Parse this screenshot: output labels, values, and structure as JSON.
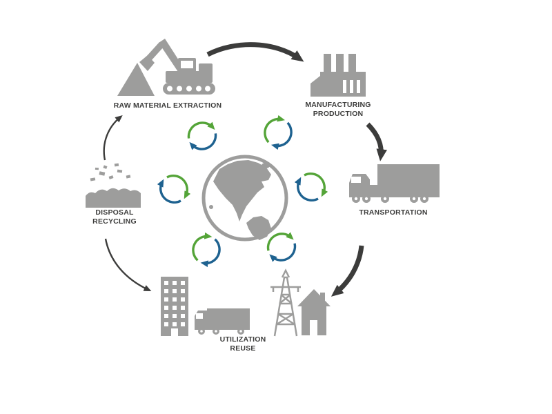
{
  "diagram": {
    "kind": "product-life-cycle-diagram",
    "labels": {
      "extraction": "RAW MATERIAL EXTRACTION",
      "manufacturing1": "MANUFACTURING",
      "manufacturing2": "PRODUCTION",
      "transportation": "TRANSPORTATION",
      "utilization1": "UTILIZATION",
      "utilization2": "REUSE",
      "disposal1": "DISPOSAL",
      "disposal2": "RECYCLING"
    },
    "stages": [
      {
        "id": "raw-material-extraction",
        "icon": "excavator-icon"
      },
      {
        "id": "manufacturing-production",
        "icon": "factory-icon"
      },
      {
        "id": "transportation",
        "icon": "semi-truck-icon"
      },
      {
        "id": "utilization-reuse",
        "icon": "buildings-truck-pylon-house-icon"
      },
      {
        "id": "disposal-recycling",
        "icon": "landfill-icon"
      }
    ],
    "center": {
      "icon": "globe-icon"
    },
    "arrows": [
      {
        "from": "raw-material-extraction",
        "to": "manufacturing-production",
        "style": "thick-dark"
      },
      {
        "from": "manufacturing-production",
        "to": "transportation",
        "style": "thick-dark"
      },
      {
        "from": "transportation",
        "to": "utilization-reuse",
        "style": "thick-dark"
      },
      {
        "from": "disposal-recycling",
        "to": "raw-material-extraction",
        "style": "thin-dark"
      },
      {
        "from": "disposal-recycling",
        "to": "utilization-reuse",
        "style": "thin-dark"
      }
    ],
    "recycle_arrow_clusters": 6,
    "colors": {
      "icon_gray": "#9d9d9c",
      "arrow_dark": "#3c3c3b",
      "recycle_green": "#54a438",
      "recycle_blue": "#1e6290",
      "background": "#ffffff"
    }
  }
}
